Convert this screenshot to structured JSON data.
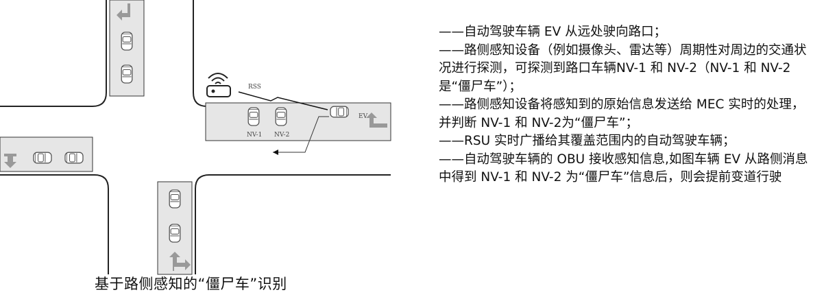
{
  "diagram": {
    "rsu_label": "RSS",
    "ev_label": "EV",
    "nv1_label": "NV-1",
    "nv2_label": "NV-2"
  },
  "caption": "基于路侧感知的“僵尸车”识别",
  "description": [
    "——自动驾驶车辆 EV 从远处驶向路口；",
    "——路侧感知设备（例如摄像头、雷达等）周期性对周边的交通状况进行探测，可探测到路口车辆NV-1 和 NV-2（NV-1 和 NV-2 是“僵尸车”）；",
    "——路侧感知设备将感知到的原始信息发送给 MEC 实时的处理，并判断 NV-1 和 NV-2为“僵尸车”；",
    "——RSU 实时广播给其覆盖范围内的自动驾驶车辆；",
    "——自动驾驶车辆的 OBU 接收感知信息,如图车辆 EV 从路侧消息中得到 NV-1 和 NV-2 为“僵尸车”信息后，则会提前变道行驶"
  ]
}
